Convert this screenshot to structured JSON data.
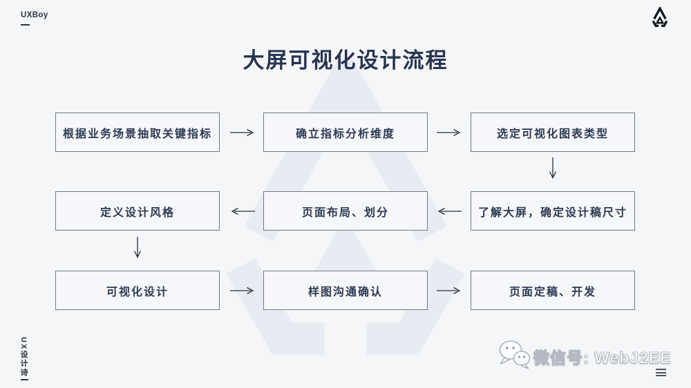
{
  "brand": {
    "top_left": "UXBoy",
    "bottom_left_vertical": "UX设计诗"
  },
  "title": "大屏可视化设计流程",
  "flow": {
    "boxes": [
      {
        "label": "根据业务场景抽取关键指标"
      },
      {
        "label": "确立指标分析维度"
      },
      {
        "label": "选定可视化图表类型"
      },
      {
        "label": "定义设计风格"
      },
      {
        "label": "页面布局、划分"
      },
      {
        "label": "了解大屏，确定设计稿尺寸"
      },
      {
        "label": "可视化设计"
      },
      {
        "label": "样图沟通确认"
      },
      {
        "label": "页面定稿、开发"
      }
    ],
    "connections": [
      "根据业务场景抽取关键指标 → 确立指标分析维度",
      "确立指标分析维度 → 选定可视化图表类型",
      "选定可视化图表类型 ↓ 了解大屏，确定设计稿尺寸",
      "了解大屏，确定设计稿尺寸 → 页面布局、划分",
      "页面布局、划分 → 定义设计风格",
      "定义设计风格 ↓ 可视化设计",
      "可视化设计 → 样图沟通确认",
      "样图沟通确认 → 页面定稿、开发"
    ]
  },
  "footer": {
    "wechat_label": "微信号: WebJ2EE"
  },
  "icons": {
    "top_right": "triangle-logo-icon",
    "watermark": "triangle-logo-watermark",
    "footer": "wechat-icon",
    "corner": "menu-lines-icon"
  },
  "colors": {
    "background": "#f5f6f8",
    "ink": "#2d3a52",
    "box_border": "#6e7786",
    "watermark": "#e8ebf2",
    "logo": "#14181f"
  }
}
